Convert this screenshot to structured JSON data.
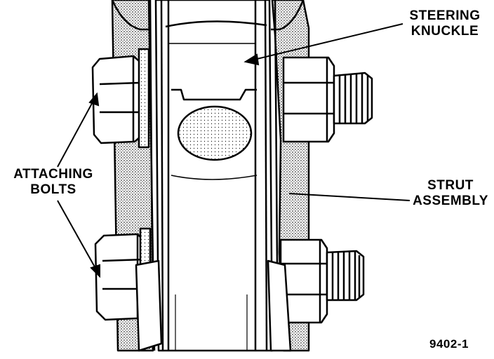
{
  "labels": {
    "steering_knuckle": [
      "STEERING",
      "KNUCKLE"
    ],
    "attaching_bolts": [
      "ATTACHING",
      "BOLTS"
    ],
    "strut_assembly": [
      "STRUT",
      "ASSEMBLY"
    ],
    "figure_number": "9402-1"
  },
  "colors": {
    "ink": "#000000",
    "paper": "#ffffff",
    "stipple": "#9a9a9a"
  }
}
